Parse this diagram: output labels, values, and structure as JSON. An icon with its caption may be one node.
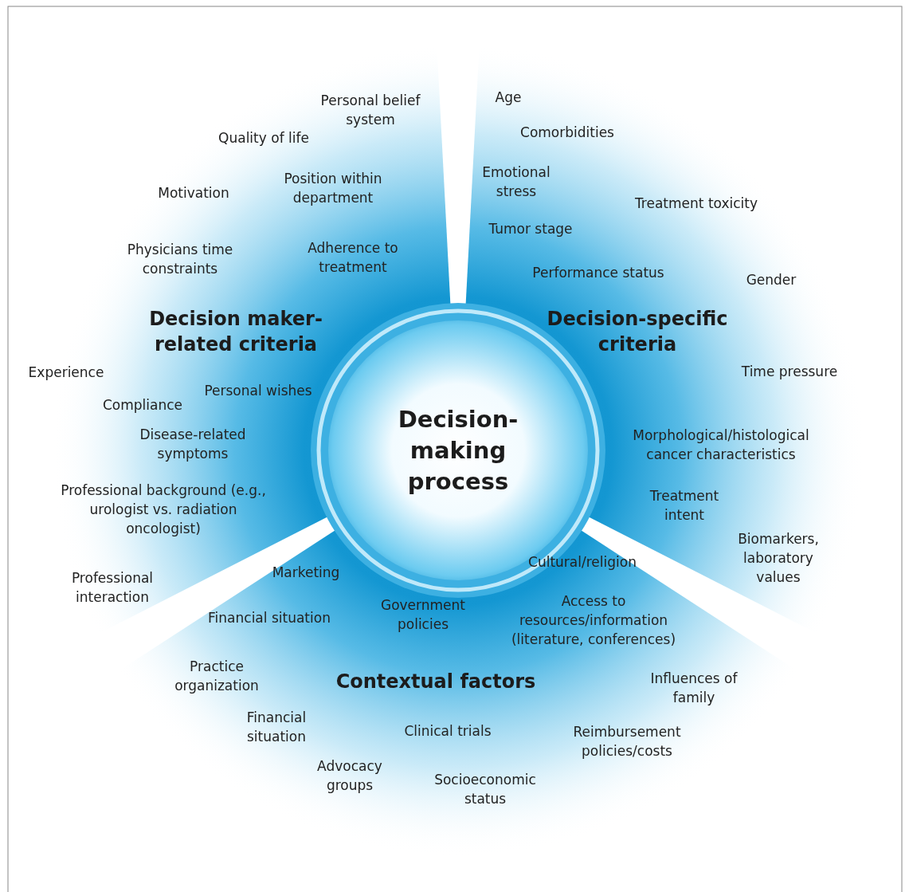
{
  "diagram": {
    "nodes": [
      {
        "text": [
          "Decision maker-related criteria"
        ]
      },
      {
        "text": [
          "Decision-specific criteria"
        ]
      },
      {
        "text": [
          "Decision-making process"
        ]
      },
      {
        "text": [
          "Contextual factors"
        ]
      }
    ],
    "labels": [
      "Personal belief system",
      "Age",
      "Quality of life",
      "Comorbidities",
      "Motivation",
      "Position within department",
      "Emotional stress",
      "Treatment toxicity",
      "Tumor stage",
      "Physicians time constraints",
      "Adherence to treatment",
      "Performance status",
      "Gender",
      "Experience",
      "Time pressure",
      "Personal wishes",
      "Compliance",
      "Disease-related symptoms",
      "Morphological/histological cancer characteristics",
      "Professional background (e.g., urologist vs. radiation oncologist)",
      "Treatment intent",
      "Professional interaction",
      "Marketing",
      "Cultural/religion",
      "Biomarkers, laboratory values",
      "Financial situation",
      "Government policies",
      "Access to resources/information (literature, conferences)",
      "Practice organization",
      "Influences of family",
      "Financial situation",
      "Clinical trials",
      "Reimbursement policies/costs",
      "Advocacy groups",
      "Socioeconomic status"
    ]
  }
}
